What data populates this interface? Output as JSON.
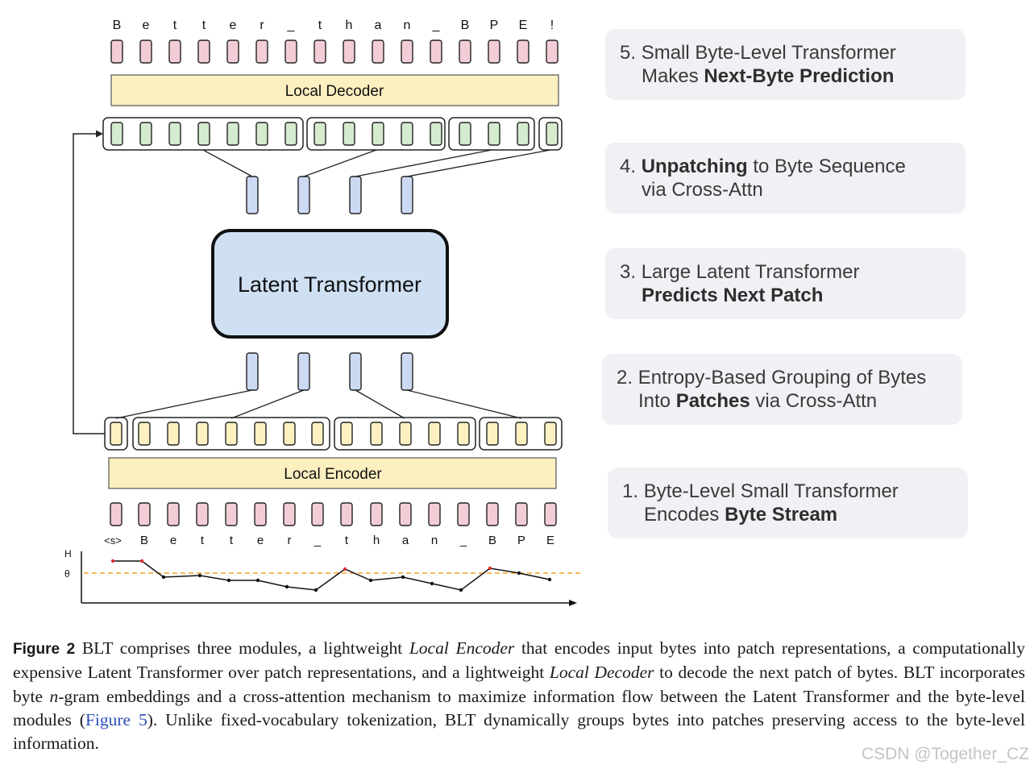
{
  "diagram": {
    "top_chars": [
      "B",
      "e",
      "t",
      "t",
      "e",
      "r",
      "_",
      "t",
      "h",
      "a",
      "n",
      "_",
      "B",
      "P",
      "E",
      "!"
    ],
    "bottom_chars": [
      "<s>",
      "B",
      "e",
      "t",
      "t",
      "e",
      "r",
      "_",
      "t",
      "h",
      "a",
      "n",
      "_",
      "B",
      "P",
      "E"
    ],
    "local_decoder_label": "Local Decoder",
    "local_encoder_label": "Local Encoder",
    "latent_transformer_label": "Latent Transformer",
    "entropy_axis_label": "H",
    "threshold_label": "θ"
  },
  "steps": [
    {
      "num": "5.",
      "line1_pre": "Small Byte-Level Transformer",
      "line1_bold": "",
      "line1_post": "",
      "line2_pre": "Makes ",
      "line2_bold": "Next-Byte Prediction",
      "line2_post": ""
    },
    {
      "num": "4.",
      "line1_pre": "",
      "line1_bold": "Unpatching",
      "line1_post": " to Byte Sequence",
      "line2_pre": "via Cross-Attn",
      "line2_bold": "",
      "line2_post": ""
    },
    {
      "num": "3.",
      "line1_pre": "Large Latent Transformer",
      "line1_bold": "",
      "line1_post": "",
      "line2_pre": "",
      "line2_bold": "Predicts Next Patch",
      "line2_post": ""
    },
    {
      "num": "2.",
      "line1_pre": "Entropy-Based Grouping of Bytes",
      "line1_bold": "",
      "line1_post": "",
      "line2_pre": "Into ",
      "line2_bold": "Patches",
      "line2_post": " via Cross-Attn"
    },
    {
      "num": "1.",
      "line1_pre": "Byte-Level Small Transformer",
      "line1_bold": "",
      "line1_post": "",
      "line2_pre": "Encodes ",
      "line2_bold": "Byte Stream",
      "line2_post": ""
    }
  ],
  "caption": {
    "label": "Figure 2",
    "text1": " BLT comprises three modules, a lightweight ",
    "em1": "Local Encoder",
    "text2": " that encodes input bytes into patch representations, a computationally expensive Latent Transformer over patch representations, and a lightweight ",
    "em2": "Local Decoder",
    "text3": " to decode the next patch of bytes. BLT incorporates byte ",
    "em3": "n",
    "text4": "-gram embeddings and a cross-attention mechanism to maximize information flow between the Latent Transformer and the byte-level modules (",
    "link": "Figure 5",
    "text5": "). Unlike fixed-vocabulary tokenization, BLT dynamically groups bytes into patches preserving access to the byte-level information."
  },
  "watermark": "CSDN @Together_CZ",
  "colors": {
    "byte_token": "#f3cdd6",
    "decoder_hidden": "#d4ebcf",
    "encoder_hidden": "#fdf1c2",
    "latent_token": "#cbd9f3",
    "latent_box": "#cfe0f3",
    "module_box": "#fcefc0",
    "threshold_line": "#f5a020",
    "peak_point": "#e03030"
  }
}
